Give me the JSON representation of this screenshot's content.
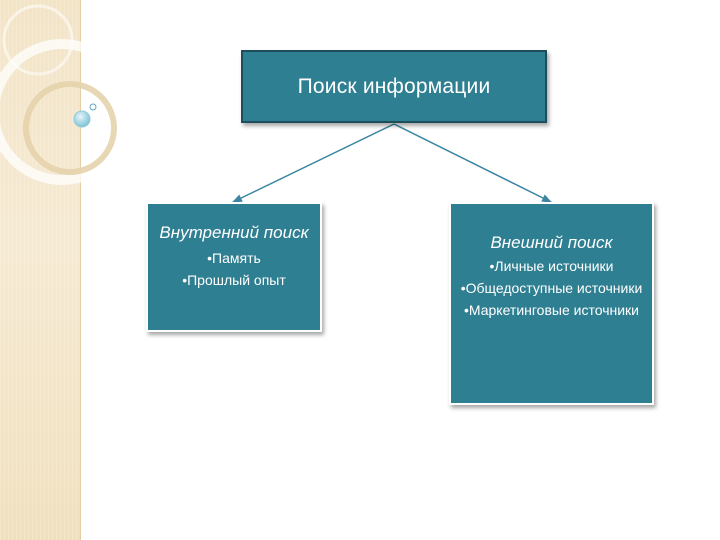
{
  "diagram": {
    "root": {
      "title": "Поиск информации"
    },
    "internal": {
      "title": "Внутренний поиск",
      "items": [
        "•Память",
        "•Прошлый опыт"
      ]
    },
    "external": {
      "title": "Внешний поиск",
      "items": [
        "•Личные источники",
        "•Общедоступные источники",
        "•Маркетинговые источники"
      ]
    }
  },
  "colors": {
    "box_fill": "#2f7f92",
    "root_border": "#1e4e5c",
    "connector": "#3c86a3",
    "side_strip": "#f3e4c6"
  }
}
